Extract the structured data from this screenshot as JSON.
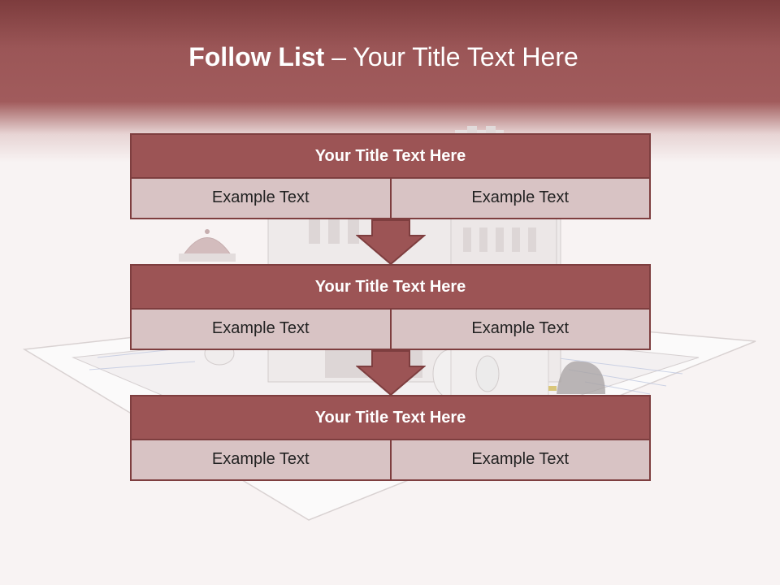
{
  "slide": {
    "title_bold": "Follow List",
    "title_rest": "  – Your Title Text Here"
  },
  "blocks": [
    {
      "title": "Your Title Text Here",
      "left": "Example Text",
      "right": "Example Text"
    },
    {
      "title": "Your Title Text Here",
      "left": "Example Text",
      "right": "Example Text"
    },
    {
      "title": "Your Title Text Here",
      "left": "Example Text",
      "right": "Example Text"
    }
  ],
  "colors": {
    "header_band": "#9b5657",
    "block_title_fill": "#9c5455",
    "cell_fill": "#d8c3c4",
    "outline": "#7e3e3f",
    "background": "#f8f3f3"
  }
}
